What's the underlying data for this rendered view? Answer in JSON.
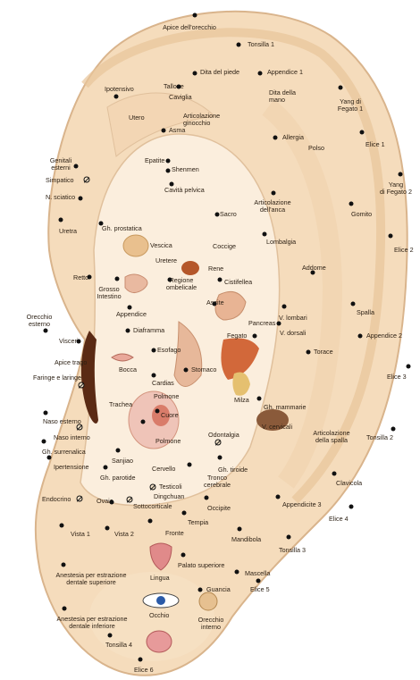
{
  "colors": {
    "skin": "#f5dcbc",
    "skin_light": "#fbeedd",
    "skin_dark": "#e8c49a",
    "outline": "#d9b48c",
    "organ": "#e9c08e",
    "dark_canal": "#5a2a14"
  },
  "labels": {
    "apice_orecchio": "Apice dell'orecchio",
    "tonsilla1": "Tonsilla 1",
    "dita_piede": "Dita del piede",
    "appendice1": "Appendice 1",
    "ipotensivo": "Ipotensivo",
    "tallone": "Tallone",
    "caviglia": "Caviglia",
    "dita_mano": "Dita della\nmano",
    "yang_fegato1": "Yang di\nFegato 1",
    "utero": "Utero",
    "art_ginocchio": "Articolazione\nginocchio",
    "asma": "Asma",
    "allergia": "Allergia",
    "elice1": "Elice 1",
    "polso": "Polso",
    "genitali": "Genitali\nesterni",
    "epatite": "Epatite",
    "shenmen": "Shenmen",
    "simpatico": "Simpatico",
    "yang_fegato2": "Yang\ndi Fegato 2",
    "n_sciatico": "N. sciatico",
    "cavita_pelvica": "Cavità pelvica",
    "art_anca": "Articolazione\ndell'anca",
    "gomito": "Gomito",
    "uretra": "Uretra",
    "gh_prostatica": "Gh. prostatica",
    "sacro": "Sacro",
    "vescica": "Vescica",
    "coccige": "Coccige",
    "elice2": "Elice 2",
    "lombalgia": "Lombalgia",
    "uretere": "Uretere",
    "rene": "Rene",
    "addome": "Addome",
    "retto": "Retto",
    "grosso_intestino": "Grosso\nIntestino",
    "regione_ombelicale": "Regione\nombelicale",
    "cistifellea": "Cistifellea",
    "spalla": "Spalla",
    "appendice": "Appendice",
    "ascite": "Ascite",
    "pancreas": "Pancreas",
    "v_lombari": "V. lombari",
    "orecchio_esterno": "Orecchio\nesterno",
    "diaframma": "Diaframma",
    "v_dorsali": "V. dorsali",
    "appendice2": "Appendice 2",
    "visceri": "Visceri",
    "fegato": "Fegato",
    "esofago": "Esofago",
    "bocca": "Bocca",
    "torace": "Torace",
    "apice_trago": "Apice trago",
    "stomaco": "Stomaco",
    "elice3": "Elice 3",
    "faringe": "Faringe e laringe",
    "cardias": "Cardias",
    "milza": "Milza",
    "polmone1": "Polmone",
    "trachea": "Trachea",
    "cuore": "Cuore",
    "gh_mammarie": "Gh. mammarie",
    "v_cervicali": "V. cervicali",
    "naso_esterno": "Naso esterno",
    "naso_interno": "Naso interno",
    "polmone2": "Polmone",
    "odontalgia": "Odontalgia",
    "art_spalla": "Articolazione\ndella spalla",
    "tonsilla2": "Tonsilla 2",
    "gh_surrenalica": "Gh. surrenalica",
    "sanjiao": "Sanjiao",
    "gh_tiroide": "Gh. tiroide",
    "ipertensione": "Ipertensione",
    "gh_parotide": "Gh. parotide",
    "cervello": "Cervello",
    "tronco": "Tronco\ncerebrale",
    "clavicola": "Clavicola",
    "testicoli": "Testicoli",
    "dingchuan": "Dingchuan",
    "endocrino": "Endocrino",
    "ovaie": "Ovaie",
    "sottocorticale": "Sottocorticale",
    "occipite": "Occipite",
    "appendicite3": "Appendicite 3",
    "elice4": "Elice 4",
    "tempia": "Tempia",
    "vista1": "Vista 1",
    "vista2": "Vista 2",
    "fronte": "Fronte",
    "mandibola": "Mandibola",
    "tonsilla3": "Tonsilla 3",
    "palato": "Palato superiore",
    "anestesia_sup": "Anestesia per estrazione\ndentale superiore",
    "lingua": "Lingua",
    "mascella": "Mascella",
    "guancia": "Guancia",
    "elice5": "Elice 5",
    "occhio": "Occhio",
    "orecchio_interno": "Orecchio\ninterno",
    "anestesia_inf": "Anestesia per estrazione\ndentale inferiore",
    "tonsilla4": "Tonsilla 4",
    "elice6": "Elice 6"
  }
}
